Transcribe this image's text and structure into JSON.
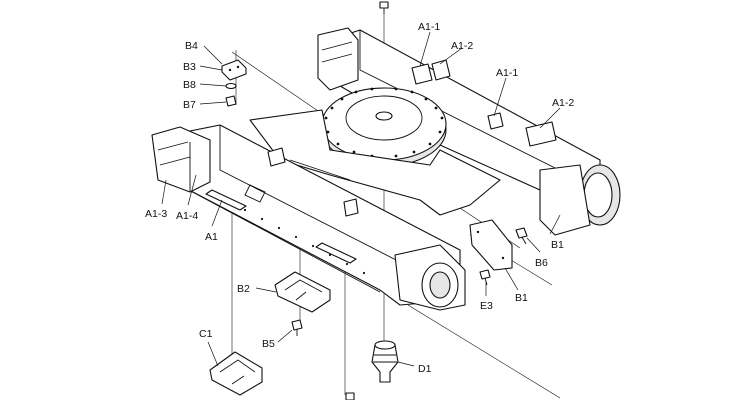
{
  "labels": {
    "a1_1_top": "A1-1",
    "a1_2_top": "A1-2",
    "a1_1_right": "A1-1",
    "a1_2_right": "A1-2",
    "b4": "B4",
    "b3": "B3",
    "b8": "B8",
    "b7": "B7",
    "a1_3": "A1-3",
    "a1_4": "A1-4",
    "a1": "A1",
    "b1_right": "B1",
    "b6": "B6",
    "b1_lower": "B1",
    "e3": "E3",
    "b2": "B2",
    "b5": "B5",
    "c1": "C1",
    "d1": "D1"
  }
}
